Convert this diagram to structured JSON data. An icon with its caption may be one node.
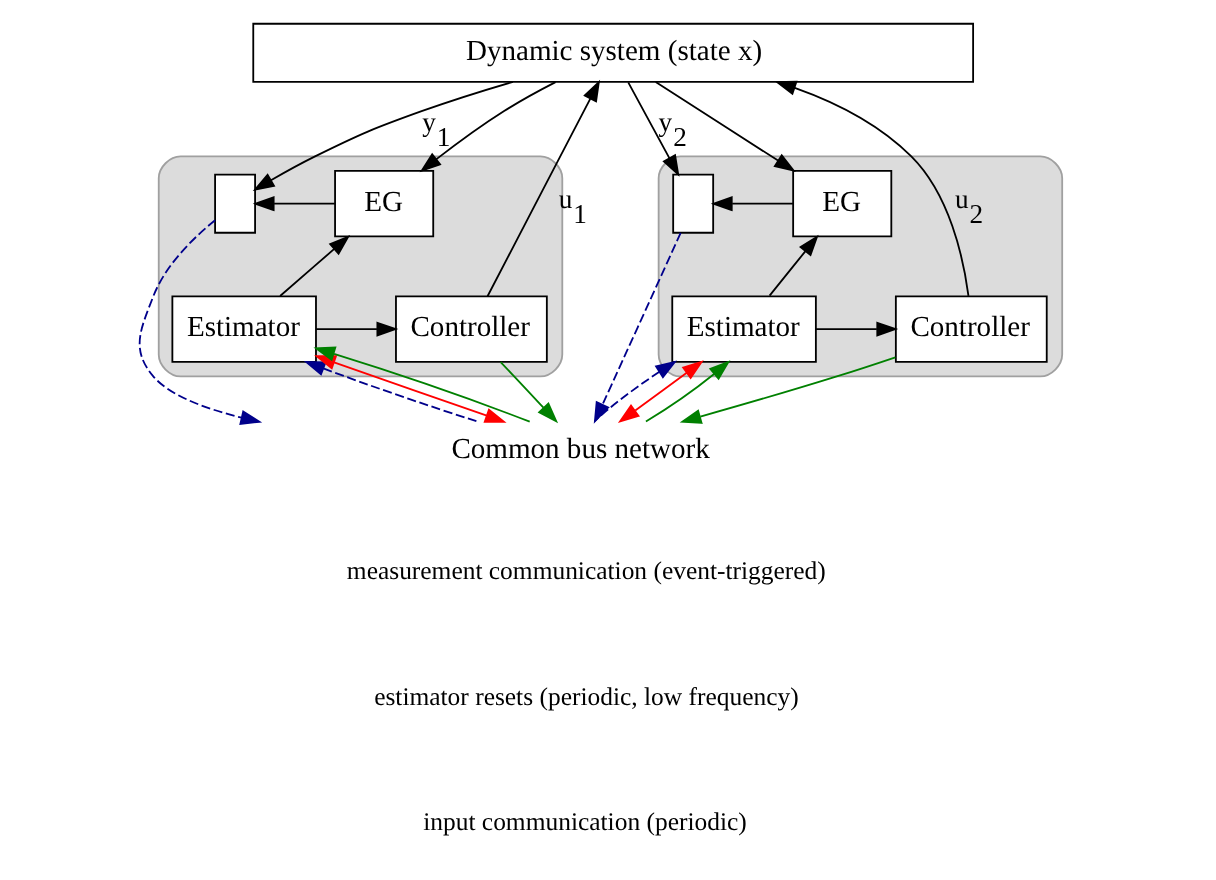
{
  "diagram": {
    "nodes": [
      {
        "text": [
          "Dynamic system (state x)"
        ]
      },
      {
        "text": [],
        "shape": "box"
      },
      {
        "text": [
          "EG"
        ],
        "in": 1
      },
      {
        "text": [],
        "shape": "box",
        "in": 1
      },
      {
        "text": [
          "Estimator"
        ],
        "in": 1
      },
      {
        "text": [
          "Controller"
        ],
        "in": 1
      },
      {
        "text": [],
        "shape": "box"
      },
      {
        "text": [
          "EG"
        ],
        "in": 6
      },
      {
        "text": [],
        "shape": "box",
        "in": 6
      },
      {
        "text": [
          "Estimator"
        ],
        "in": 6
      },
      {
        "text": [
          "Controller"
        ],
        "in": 6
      },
      {
        "text": [
          "Common bus network"
        ]
      }
    ],
    "edges": [
      {
        "from": 0,
        "to": 2,
        "arrow": "to"
      },
      {
        "from": 0,
        "to": 3,
        "arrow": "to",
        "label": "y$_{1}$"
      },
      {
        "from": 5,
        "to": 0,
        "arrow": "to",
        "label": "u$_{1}$"
      },
      {
        "from": 2,
        "to": 3,
        "arrow": "to"
      },
      {
        "from": 4,
        "to": 2,
        "arrow": "to"
      },
      {
        "from": 4,
        "to": 5,
        "arrow": "to"
      },
      {
        "from": 3,
        "to": 11,
        "arrow": "to",
        "style": "dashed",
        "color": "#00008b"
      },
      {
        "from": 11,
        "to": 4,
        "arrow": "to",
        "style": "dashed",
        "color": "#00008b"
      },
      {
        "from": 11,
        "to": 4,
        "arrow": "both",
        "color": "#ff0000"
      },
      {
        "from": 11,
        "to": 4,
        "arrow": "to",
        "color": "#008000"
      },
      {
        "from": 5,
        "to": 11,
        "arrow": "to",
        "color": "#008000"
      },
      {
        "from": 0,
        "to": 7,
        "arrow": "to"
      },
      {
        "from": 0,
        "to": 8,
        "arrow": "to",
        "label": "y$_{2}$"
      },
      {
        "from": 10,
        "to": 0,
        "arrow": "to",
        "label": "u$_{2}$"
      },
      {
        "from": 7,
        "to": 8,
        "arrow": "to"
      },
      {
        "from": 9,
        "to": 7,
        "arrow": "to"
      },
      {
        "from": 9,
        "to": 10,
        "arrow": "to"
      },
      {
        "from": 8,
        "to": 11,
        "arrow": "to",
        "style": "dashed",
        "color": "#00008b"
      },
      {
        "from": 11,
        "to": 9,
        "arrow": "to",
        "style": "dashed",
        "color": "#00008b"
      },
      {
        "from": 11,
        "to": 9,
        "arrow": "both",
        "color": "#ff0000"
      },
      {
        "from": 11,
        "to": 9,
        "arrow": "to",
        "color": "#008000"
      },
      {
        "from": 10,
        "to": 11,
        "arrow": "to",
        "color": "#008000"
      }
    ],
    "legend": [
      {
        "text": "measurement communication (event-triggered)"
      },
      {
        "text": "estimator resets (periodic, low frequency)"
      },
      {
        "text": "input communication (periodic)"
      }
    ]
  }
}
